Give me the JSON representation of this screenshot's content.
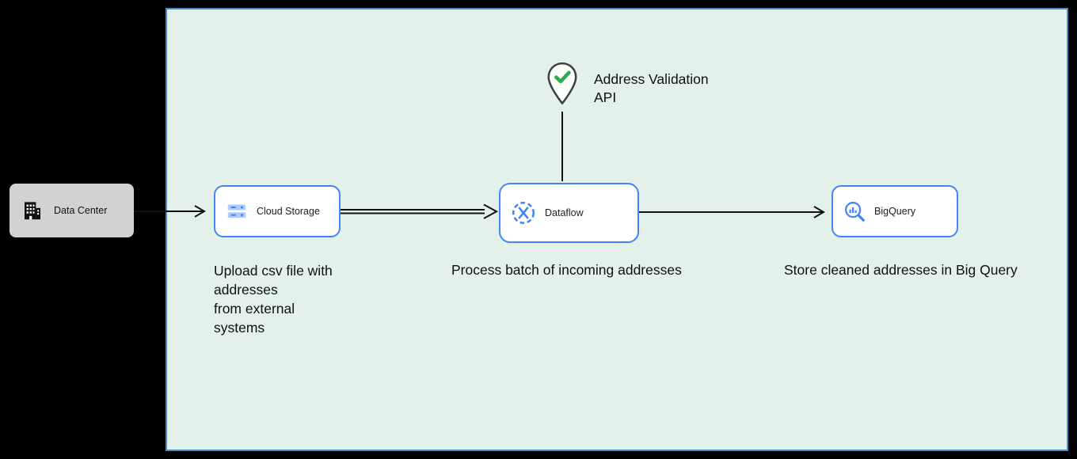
{
  "colors": {
    "panel_background": "#e4f1ea",
    "panel_border": "#4a8ecb",
    "node_border": "#4285f4",
    "accent_blue": "#4285f4",
    "check_green": "#34a853",
    "datacenter_background": "#d2d2d2",
    "connector": "#111111"
  },
  "nodes": {
    "data_center": {
      "label": "Data Center"
    },
    "cloud_storage": {
      "label": "Cloud Storage"
    },
    "dataflow": {
      "label": "Dataflow"
    },
    "bigquery": {
      "label": "BigQuery"
    },
    "address_validation": {
      "label": "Address Validation\nAPI"
    }
  },
  "captions": {
    "cloud_storage": "Upload csv file with\naddresses\nfrom external\nsystems",
    "dataflow": "Process batch of incoming addresses",
    "bigquery": "Store cleaned addresses in Big Query"
  }
}
